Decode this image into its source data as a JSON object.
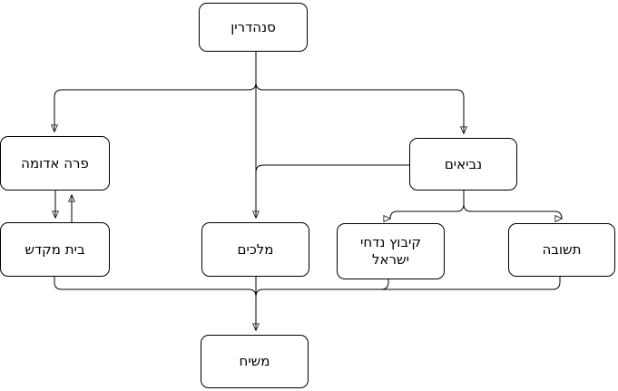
{
  "diagram": {
    "background_color": "#ffffff",
    "stroke_color": "#000000",
    "box_fill_color": "#ffffff",
    "text_color": "#000000",
    "text_direction": "rtl",
    "nodes": [
      {
        "id": "sanhedrin",
        "label": "סנהדרין"
      },
      {
        "id": "parah-adumah",
        "label": "פרה אדומה"
      },
      {
        "id": "neviim",
        "label": "נביאים"
      },
      {
        "id": "beit-mikdash",
        "label": "בית מקדש"
      },
      {
        "id": "melachim",
        "label": "מלכים"
      },
      {
        "id": "kibbutz-nidchei-yisrael",
        "label": "קיבוץ נדחי ישראל"
      },
      {
        "id": "teshuva",
        "label": "תשובה"
      },
      {
        "id": "mashiach",
        "label": "משיח"
      }
    ],
    "edges": [
      {
        "from": "sanhedrin",
        "to": "parah-adumah",
        "arrow": true
      },
      {
        "from": "sanhedrin",
        "to": "neviim",
        "arrow": true
      },
      {
        "from": "sanhedrin",
        "to": "melachim",
        "arrow": true
      },
      {
        "from": "neviim",
        "to": "melachim",
        "arrow": false,
        "note": "merges into sanhedrin-melachim line"
      },
      {
        "from": "parah-adumah",
        "to": "beit-mikdash",
        "arrow": true
      },
      {
        "from": "beit-mikdash",
        "to": "parah-adumah",
        "arrow": true
      },
      {
        "from": "neviim",
        "to": "kibbutz-nidchei-yisrael",
        "arrow": true
      },
      {
        "from": "neviim",
        "to": "teshuva",
        "arrow": true
      },
      {
        "from": "beit-mikdash",
        "to": "mashiach",
        "arrow": false,
        "note": "joins bottom merge bar"
      },
      {
        "from": "kibbutz-nidchei-yisrael",
        "to": "mashiach",
        "arrow": false,
        "note": "joins bottom merge bar"
      },
      {
        "from": "teshuva",
        "to": "mashiach",
        "arrow": false,
        "note": "joins bottom merge bar"
      },
      {
        "from": "melachim",
        "to": "mashiach",
        "arrow": true,
        "note": "merge bar descends into mashiach"
      }
    ]
  }
}
